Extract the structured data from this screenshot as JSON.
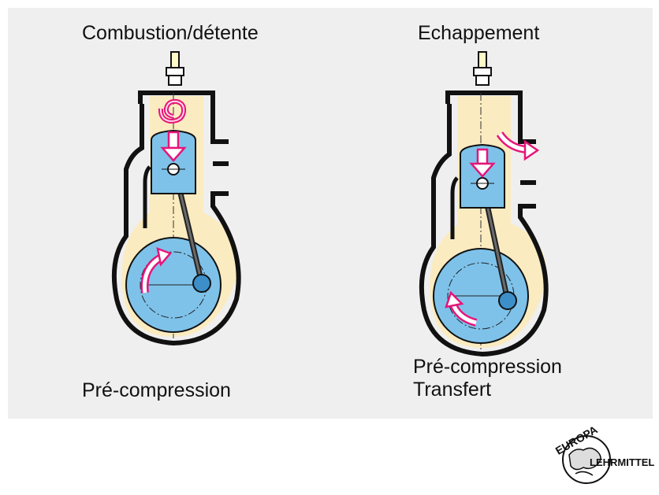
{
  "left": {
    "title": "Combustion/détente",
    "caption": "Pré-compression"
  },
  "right": {
    "title": "Echappement",
    "caption_line1": "Pré-compression",
    "caption_line2": "Transfert"
  },
  "logo": {
    "arc_text": "EUROPA",
    "name": "LEHRMITTEL"
  },
  "colors": {
    "panel": "#efefef",
    "gas": "#fbebc0",
    "steel": "#7ec2ea",
    "arrow": "#e6157a",
    "outline": "#111111"
  }
}
